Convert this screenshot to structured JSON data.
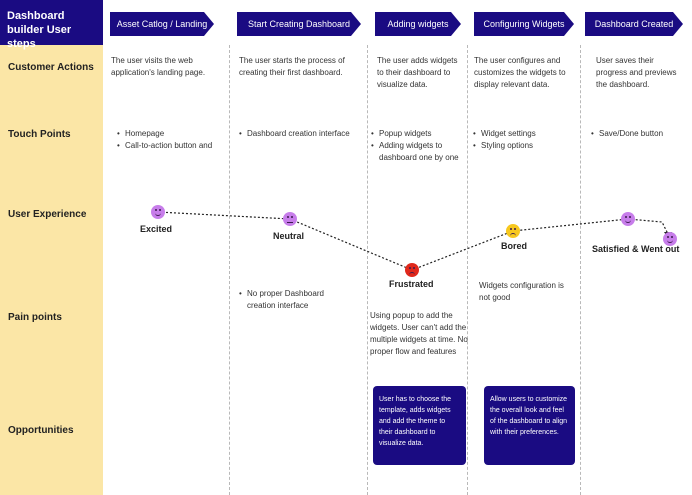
{
  "corner_title": "Dashboard builder User steps",
  "rows": [
    {
      "label": "Customer Actions"
    },
    {
      "label": "Touch Points"
    },
    {
      "label": "User Experience"
    },
    {
      "label": "Pain points"
    },
    {
      "label": "Opportunities"
    }
  ],
  "stages": [
    {
      "label": "Asset Catlog / Landing"
    },
    {
      "label": "Start Creating Dashboard"
    },
    {
      "label": "Adding widgets"
    },
    {
      "label": "Configuring Widgets"
    },
    {
      "label": "Dashboard Created"
    }
  ],
  "customer_actions": [
    "The user visits the web application's landing page.",
    "The user starts the process of creating their first dashboard.",
    "The user adds widgets to their dashboard to visualize data.",
    "The user configures and customizes the widgets to display relevant data.",
    "User saves their progress and previews the dashboard."
  ],
  "touch_points": [
    [
      "Homepage",
      "Call-to-action button and"
    ],
    [
      "Dashboard creation interface"
    ],
    [
      "Popup widgets",
      "Adding widgets to dashboard one by one"
    ],
    [
      "Widget settings",
      "Styling options"
    ],
    [
      "Save/Done button"
    ]
  ],
  "emotions": [
    {
      "label": "Excited",
      "face_color": "#c77dea",
      "mood": "happy"
    },
    {
      "label": "Neutral",
      "face_color": "#c77dea",
      "mood": "neutral"
    },
    {
      "label": "Frustrated",
      "face_color": "#e0281c",
      "mood": "angry"
    },
    {
      "label": "Bored",
      "face_color": "#f7c81e",
      "mood": "sad"
    },
    {
      "label": "Satisfied & Went out",
      "face_color": "#c77dea",
      "mood": "happy"
    }
  ],
  "pain_points": {
    "start_creating": "No proper Dashboard creation interface",
    "adding_widgets": "Using popup to add the widgets. User can't add the multiple widgets at time. No proper flow and features",
    "configuring": "Widgets configuration is not good"
  },
  "opportunities": {
    "adding_widgets": "User has to choose the template, adds widgets and add the theme to their dashboard to visualize data.",
    "configuring": "Allow users to customize the overall look and feel of the dashboard to align with their preferences."
  },
  "colors": {
    "brand": "#1a0b82",
    "sidebar": "#fbe6a6",
    "happy_face": "#c77dea",
    "angry_face": "#e0281c",
    "bored_face": "#f7c81e"
  }
}
